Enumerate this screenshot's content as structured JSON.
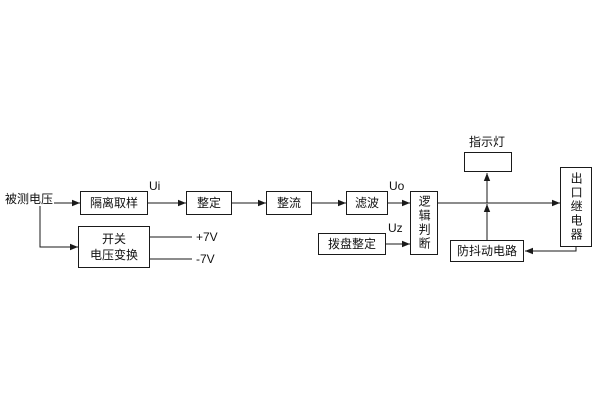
{
  "diagram": {
    "input_label": "被测电压",
    "blocks": {
      "isolation": "隔离取样",
      "setting": "整定",
      "rectifier": "整流",
      "filter": "滤波",
      "logic": "逻辑判断",
      "dial": "拨盘整定",
      "switch_line1": "开关",
      "switch_line2": "电压变换",
      "anti_jitter": "防抖动电路",
      "relay": "出口继电器"
    },
    "indicator_label": "指示灯",
    "signals": {
      "ui": "Ui",
      "uo": "Uo",
      "uz": "Uz",
      "plus7v": "+7V",
      "minus7v": "-7V"
    },
    "colors": {
      "line": "#1a1a1a",
      "background": "#ffffff"
    }
  }
}
